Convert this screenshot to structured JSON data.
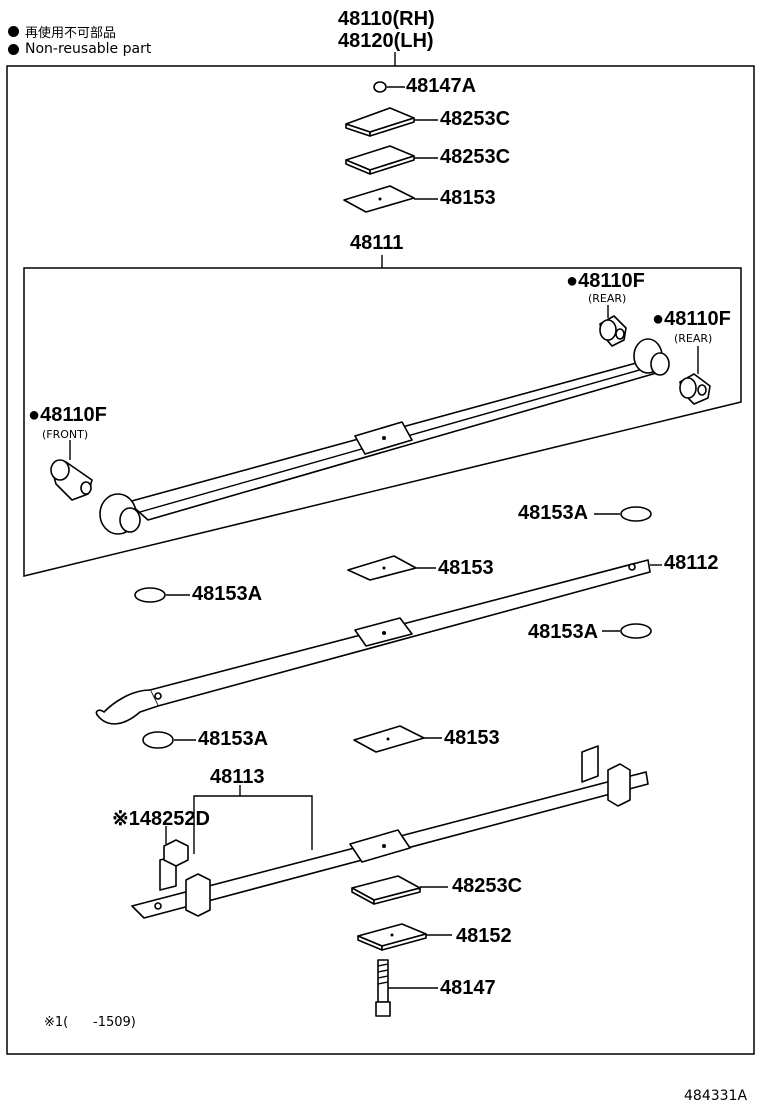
{
  "legend": {
    "jp_text": "再使用不可部品",
    "en_text": "Non-reusable part"
  },
  "assembly": {
    "rh": "48110(RH)",
    "lh": "48120(LH)"
  },
  "parts": {
    "p48147A": "48147A",
    "p48253C_1": "48253C",
    "p48253C_2": "48253C",
    "p48153_1": "48153",
    "p48111": "48111",
    "bush_rear_1": "●48110F",
    "bush_rear_1_note": "(REAR)",
    "bush_rear_2": "●48110F",
    "bush_rear_2_note": "(REAR)",
    "bush_front": "●48110F",
    "bush_front_note": "(FRONT)",
    "p48153A_1": "48153A",
    "p48153_2": "48153",
    "p48112": "48112",
    "p48153A_2": "48153A",
    "p48153A_3": "48153A",
    "p48153A_4": "48153A",
    "p48153_3": "48153",
    "p48113": "48113",
    "p48252D": "※148252D",
    "p48253C_3": "48253C",
    "p48152": "48152",
    "p48147": "48147"
  },
  "footnote": "※1(      -1509)",
  "illustration_id": "484331A"
}
